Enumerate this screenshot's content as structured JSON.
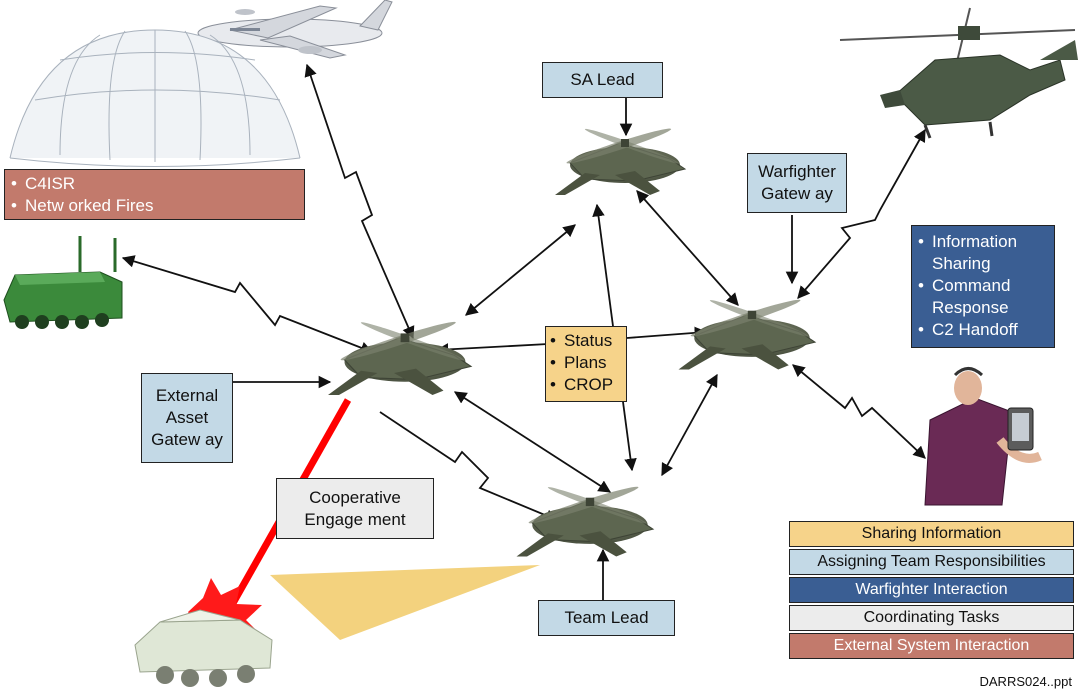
{
  "labels": {
    "sa_lead": "SA Lead",
    "warfighter_gateway": [
      "Warfighter",
      "Gatew ay"
    ],
    "external_asset_gateway": [
      "External",
      "Asset",
      "Gatew ay"
    ],
    "cooperative_engagement": [
      "Cooperative",
      "Engage ment"
    ],
    "team_lead": "Team Lead"
  },
  "c4isr_box": {
    "items": [
      "C4ISR",
      "Netw orked Fires"
    ]
  },
  "info_box": {
    "items": [
      "Information Sharing",
      "Command Response",
      "C2 Handoff"
    ]
  },
  "status_box": {
    "items": [
      "Status",
      "Plans",
      "CROP"
    ]
  },
  "legend": [
    {
      "label": "Sharing Information",
      "color": "#f6d38a",
      "text_color": "#111111"
    },
    {
      "label": "Assigning Team Responsibilities",
      "color": "#c3d9e6",
      "text_color": "#111111"
    },
    {
      "label": "Warfighter Interaction",
      "color": "#3a5e93",
      "text_color": "#ffffff"
    },
    {
      "label": "Coordinating Tasks",
      "color": "#ececec",
      "text_color": "#111111"
    },
    {
      "label": "External System Interaction",
      "color": "#c27a6c",
      "text_color": "#ffffff"
    }
  ],
  "footer": "DARRS024..ppt",
  "icons": [
    "aircraft-icon",
    "helicopter-icon",
    "radar-dome-icon",
    "armored-vehicle-icon",
    "uav-icon",
    "soldier-icon",
    "target-vehicle-icon",
    "explosion-icon"
  ],
  "colors": {
    "arrow": "#111111",
    "laser": "#ff0000",
    "sensor_beam": "#f3d27e",
    "uav_body": "#5d6650"
  }
}
